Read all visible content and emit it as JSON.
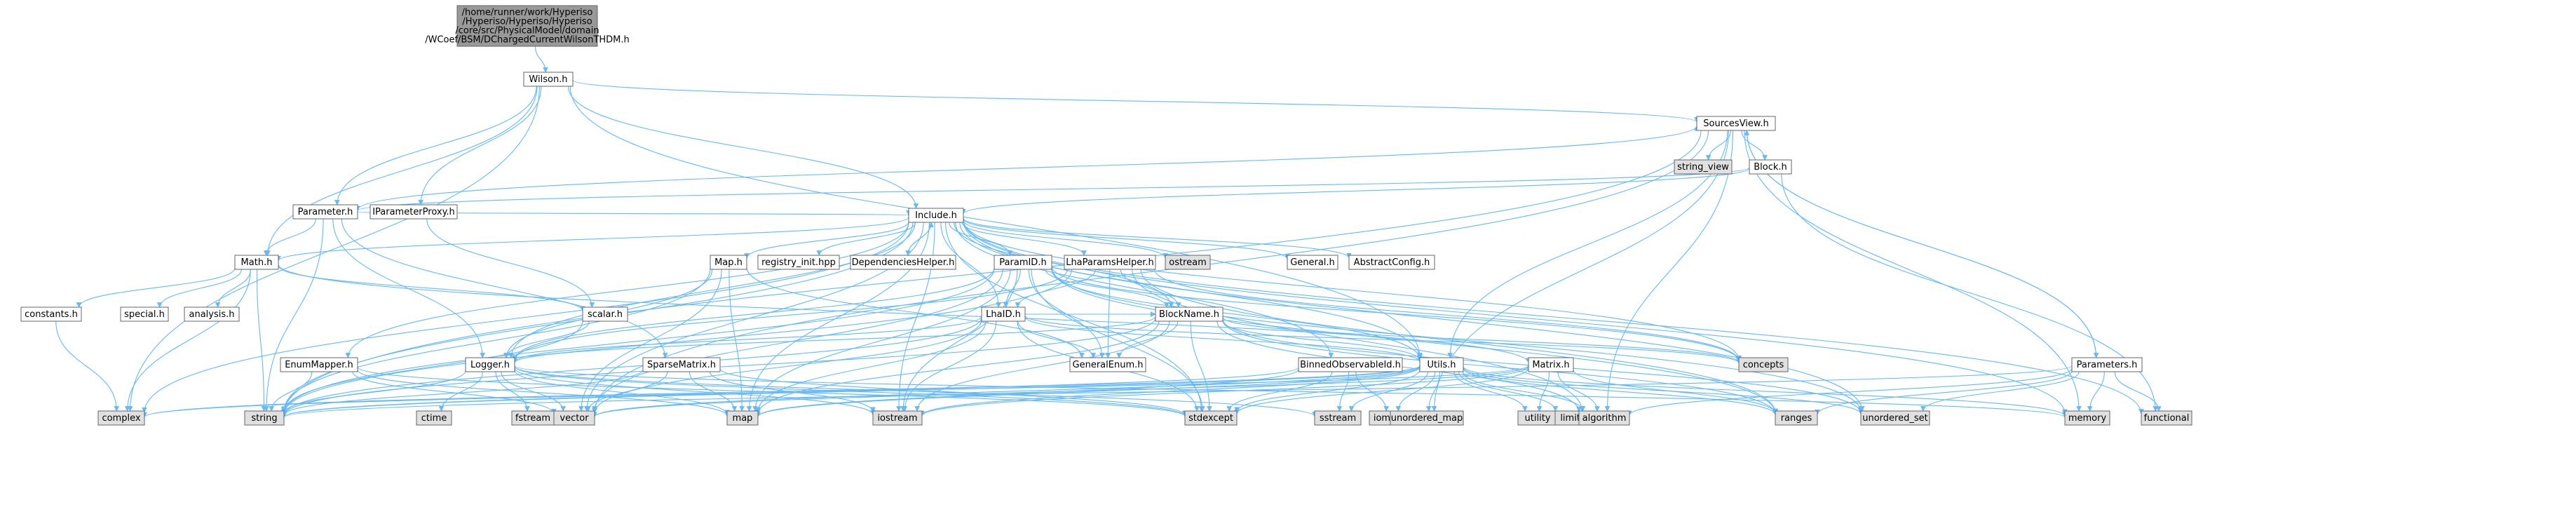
{
  "colors": {
    "edge": "#63b8ff",
    "node_border": "#666666",
    "node_fill": "#ffffff",
    "root_fill": "#999999",
    "system_fill": "#e0e0e0",
    "red_label": "#ff0000"
  },
  "nodes": [
    {
      "id": "root",
      "lines": [
        "/home/runner/work/Hyperiso",
        "/Hyperiso/Hyperiso/Hyperiso",
        "/core/src/PhysicalModel/domain",
        "/WCoef/BSM/DChargedCurrentWilsonTHDM.h"
      ],
      "style": "root"
    },
    {
      "id": "wilson",
      "label": "Wilson.h",
      "style": "normal"
    },
    {
      "id": "sourcesview",
      "label": "SourcesView.h",
      "style": "normal"
    },
    {
      "id": "string_view",
      "label": "string_view",
      "style": "system"
    },
    {
      "id": "block",
      "label": "Block.h",
      "style": "red"
    },
    {
      "id": "parameter",
      "label": "Parameter.h",
      "style": "normal"
    },
    {
      "id": "iparameterproxy",
      "label": "IParameterProxy.h",
      "style": "normal"
    },
    {
      "id": "include",
      "label": "Include.h",
      "style": "normal"
    },
    {
      "id": "math",
      "label": "Math.h",
      "style": "normal"
    },
    {
      "id": "map_h",
      "label": "Map.h",
      "style": "normal"
    },
    {
      "id": "registry_init",
      "label": "registry_init.hpp",
      "style": "red"
    },
    {
      "id": "dependencieshelper",
      "label": "DependenciesHelper.h",
      "style": "normal"
    },
    {
      "id": "paramid",
      "label": "ParamID.h",
      "style": "red"
    },
    {
      "id": "lhaparamshelper",
      "label": "LhaParamsHelper.h",
      "style": "red"
    },
    {
      "id": "ostream",
      "label": "ostream",
      "style": "system"
    },
    {
      "id": "general",
      "label": "General.h",
      "style": "normal"
    },
    {
      "id": "abstractconfig",
      "label": "AbstractConfig.h",
      "style": "normal"
    },
    {
      "id": "constants",
      "label": "constants.h",
      "style": "normal"
    },
    {
      "id": "special",
      "label": "special.h",
      "style": "red"
    },
    {
      "id": "analysis",
      "label": "analysis.h",
      "style": "red"
    },
    {
      "id": "scalar",
      "label": "scalar.h",
      "style": "red"
    },
    {
      "id": "lhaid",
      "label": "LhaID.h",
      "style": "red"
    },
    {
      "id": "blockname",
      "label": "BlockName.h",
      "style": "red"
    },
    {
      "id": "enummapper",
      "label": "EnumMapper.h",
      "style": "normal"
    },
    {
      "id": "sparsematrix",
      "label": "SparseMatrix.h",
      "style": "normal"
    },
    {
      "id": "logger",
      "label": "Logger.h",
      "style": "red"
    },
    {
      "id": "generalenum",
      "label": "GeneralEnum.h",
      "style": "normal"
    },
    {
      "id": "binnedobservable",
      "label": "BinnedObservableId.h",
      "style": "red"
    },
    {
      "id": "utils",
      "label": "Utils.h",
      "style": "normal"
    },
    {
      "id": "matrix",
      "label": "Matrix.h",
      "style": "red"
    },
    {
      "id": "concepts",
      "label": "concepts",
      "style": "system"
    },
    {
      "id": "parameters",
      "label": "Parameters.h",
      "style": "red"
    },
    {
      "id": "complex",
      "label": "complex",
      "style": "system"
    },
    {
      "id": "string",
      "label": "string",
      "style": "system"
    },
    {
      "id": "ctime",
      "label": "ctime",
      "style": "system"
    },
    {
      "id": "fstream",
      "label": "fstream",
      "style": "system"
    },
    {
      "id": "vector",
      "label": "vector",
      "style": "system"
    },
    {
      "id": "map",
      "label": "map",
      "style": "system"
    },
    {
      "id": "iostream",
      "label": "iostream",
      "style": "system"
    },
    {
      "id": "stdexcept",
      "label": "stdexcept",
      "style": "system"
    },
    {
      "id": "sstream",
      "label": "sstream",
      "style": "system"
    },
    {
      "id": "iomanip",
      "label": "iomanip",
      "style": "system"
    },
    {
      "id": "unordered_map",
      "label": "unordered_map",
      "style": "system"
    },
    {
      "id": "utility",
      "label": "utility",
      "style": "system"
    },
    {
      "id": "limits",
      "label": "limits",
      "style": "system"
    },
    {
      "id": "algorithm",
      "label": "algorithm",
      "style": "system"
    },
    {
      "id": "ranges",
      "label": "ranges",
      "style": "system"
    },
    {
      "id": "unordered_set",
      "label": "unordered_set",
      "style": "system"
    },
    {
      "id": "memory",
      "label": "memory",
      "style": "system"
    },
    {
      "id": "functional",
      "label": "functional",
      "style": "system"
    }
  ],
  "edges": [
    [
      "root",
      "wilson"
    ],
    [
      "wilson",
      "sourcesview"
    ],
    [
      "wilson",
      "parameter"
    ],
    [
      "wilson",
      "iparameterproxy"
    ],
    [
      "wilson",
      "include"
    ],
    [
      "wilson",
      "math"
    ],
    [
      "wilson",
      "utils"
    ],
    [
      "wilson",
      "complex"
    ],
    [
      "sourcesview",
      "string_view"
    ],
    [
      "sourcesview",
      "block"
    ],
    [
      "sourcesview",
      "parameters"
    ],
    [
      "sourcesview",
      "string"
    ],
    [
      "sourcesview",
      "vector"
    ],
    [
      "sourcesview",
      "unordered_map"
    ],
    [
      "sourcesview",
      "memory"
    ],
    [
      "sourcesview",
      "algorithm"
    ],
    [
      "sourcesview",
      "utils"
    ],
    [
      "block",
      "parameter"
    ],
    [
      "block",
      "include"
    ],
    [
      "block",
      "functional"
    ],
    [
      "parameter",
      "include"
    ],
    [
      "parameter",
      "math"
    ],
    [
      "parameter",
      "logger"
    ],
    [
      "parameter",
      "sparsematrix"
    ],
    [
      "parameter",
      "string"
    ],
    [
      "parameter",
      "sourcesview"
    ],
    [
      "iparameterproxy",
      "scalar"
    ],
    [
      "include",
      "math"
    ],
    [
      "include",
      "map_h"
    ],
    [
      "include",
      "registry_init"
    ],
    [
      "include",
      "dependencieshelper"
    ],
    [
      "include",
      "paramid"
    ],
    [
      "include",
      "lhaparamshelper"
    ],
    [
      "include",
      "ostream"
    ],
    [
      "include",
      "general"
    ],
    [
      "include",
      "abstractconfig"
    ],
    [
      "include",
      "lhaid"
    ],
    [
      "include",
      "blockname"
    ],
    [
      "include",
      "enummapper"
    ],
    [
      "include",
      "logger"
    ],
    [
      "include",
      "binnedobservable"
    ],
    [
      "include",
      "utils"
    ],
    [
      "include",
      "concepts"
    ],
    [
      "include",
      "string"
    ],
    [
      "include",
      "vector"
    ],
    [
      "include",
      "map"
    ],
    [
      "include",
      "complex"
    ],
    [
      "include",
      "iostream"
    ],
    [
      "include",
      "stdexcept"
    ],
    [
      "include",
      "memory"
    ],
    [
      "include",
      "functional"
    ],
    [
      "include",
      "unordered_set"
    ],
    [
      "dependencieshelper",
      "include"
    ],
    [
      "math",
      "constants"
    ],
    [
      "math",
      "special"
    ],
    [
      "math",
      "analysis"
    ],
    [
      "math",
      "scalar"
    ],
    [
      "math",
      "matrix"
    ],
    [
      "math",
      "complex"
    ],
    [
      "math",
      "string"
    ],
    [
      "constants",
      "complex"
    ],
    [
      "map_h",
      "logger"
    ],
    [
      "map_h",
      "generalenum"
    ],
    [
      "map_h",
      "map"
    ],
    [
      "map_h",
      "string"
    ],
    [
      "map_h",
      "vector"
    ],
    [
      "paramid",
      "lhaid"
    ],
    [
      "paramid",
      "blockname"
    ],
    [
      "paramid",
      "logger"
    ],
    [
      "paramid",
      "generalenum"
    ],
    [
      "paramid",
      "utils"
    ],
    [
      "paramid",
      "concepts"
    ],
    [
      "paramid",
      "map"
    ],
    [
      "paramid",
      "string"
    ],
    [
      "paramid",
      "stdexcept"
    ],
    [
      "paramid",
      "iostream"
    ],
    [
      "paramid",
      "ranges"
    ],
    [
      "paramid",
      "unordered_set"
    ],
    [
      "paramid",
      "vector"
    ],
    [
      "lhaparamshelper",
      "blockname"
    ],
    [
      "lhaparamshelper",
      "lhaid"
    ],
    [
      "lhaparamshelper",
      "generalenum"
    ],
    [
      "lhaparamshelper",
      "logger"
    ],
    [
      "lhaparamshelper",
      "ranges"
    ],
    [
      "lhaparamshelper",
      "concepts"
    ],
    [
      "lhaparamshelper",
      "algorithm"
    ],
    [
      "lhaparamshelper",
      "string"
    ],
    [
      "scalar",
      "logger"
    ],
    [
      "scalar",
      "string"
    ],
    [
      "lhaid",
      "blockname"
    ],
    [
      "lhaid",
      "generalenum"
    ],
    [
      "lhaid",
      "logger"
    ],
    [
      "lhaid",
      "utils"
    ],
    [
      "lhaid",
      "concepts"
    ],
    [
      "lhaid",
      "map"
    ],
    [
      "lhaid",
      "stdexcept"
    ],
    [
      "lhaid",
      "iostream"
    ],
    [
      "lhaid",
      "string"
    ],
    [
      "lhaid",
      "vector"
    ],
    [
      "blockname",
      "generalenum"
    ],
    [
      "blockname",
      "logger"
    ],
    [
      "blockname",
      "utils"
    ],
    [
      "blockname",
      "concepts"
    ],
    [
      "blockname",
      "map"
    ],
    [
      "blockname",
      "stdexcept"
    ],
    [
      "blockname",
      "string"
    ],
    [
      "blockname",
      "iostream"
    ],
    [
      "blockname",
      "ranges"
    ],
    [
      "blockname",
      "algorithm"
    ],
    [
      "blockname",
      "unordered_set"
    ],
    [
      "enummapper",
      "string"
    ],
    [
      "enummapper",
      "map"
    ],
    [
      "enummapper",
      "stdexcept"
    ],
    [
      "enummapper",
      "vector"
    ],
    [
      "sparsematrix",
      "map"
    ],
    [
      "sparsematrix",
      "vector"
    ],
    [
      "sparsematrix",
      "stdexcept"
    ],
    [
      "sparsematrix",
      "iostream"
    ],
    [
      "sparsematrix",
      "string"
    ],
    [
      "logger",
      "ctime"
    ],
    [
      "logger",
      "fstream"
    ],
    [
      "logger",
      "vector"
    ],
    [
      "logger",
      "string"
    ],
    [
      "logger",
      "iostream"
    ],
    [
      "logger",
      "map"
    ],
    [
      "logger",
      "memory"
    ],
    [
      "logger",
      "sstream"
    ],
    [
      "logger",
      "stdexcept"
    ],
    [
      "binnedobservable",
      "string"
    ],
    [
      "binnedobservable",
      "stdexcept"
    ],
    [
      "binnedobservable",
      "sstream"
    ],
    [
      "binnedobservable",
      "iomanip"
    ],
    [
      "binnedobservable",
      "map"
    ],
    [
      "utils",
      "string"
    ],
    [
      "utils",
      "vector"
    ],
    [
      "utils",
      "iostream"
    ],
    [
      "utils",
      "map"
    ],
    [
      "utils",
      "stdexcept"
    ],
    [
      "utils",
      "sstream"
    ],
    [
      "utils",
      "iomanip"
    ],
    [
      "utils",
      "unordered_map"
    ],
    [
      "utils",
      "utility"
    ],
    [
      "utils",
      "limits"
    ],
    [
      "utils",
      "algorithm"
    ],
    [
      "utils",
      "ranges"
    ],
    [
      "utils",
      "unordered_set"
    ],
    [
      "utils",
      "memory"
    ],
    [
      "utils",
      "complex"
    ],
    [
      "matrix",
      "vector"
    ],
    [
      "matrix",
      "complex"
    ],
    [
      "matrix",
      "stdexcept"
    ],
    [
      "matrix",
      "iostream"
    ],
    [
      "matrix",
      "algorithm"
    ],
    [
      "matrix",
      "ranges"
    ],
    [
      "matrix",
      "utility"
    ],
    [
      "parameters",
      "sourcesview"
    ],
    [
      "parameters",
      "functional"
    ],
    [
      "parameters",
      "memory"
    ],
    [
      "parameters",
      "ranges"
    ],
    [
      "parameters",
      "unordered_set"
    ],
    [
      "parameters",
      "string"
    ],
    [
      "parameters",
      "algorithm"
    ]
  ]
}
